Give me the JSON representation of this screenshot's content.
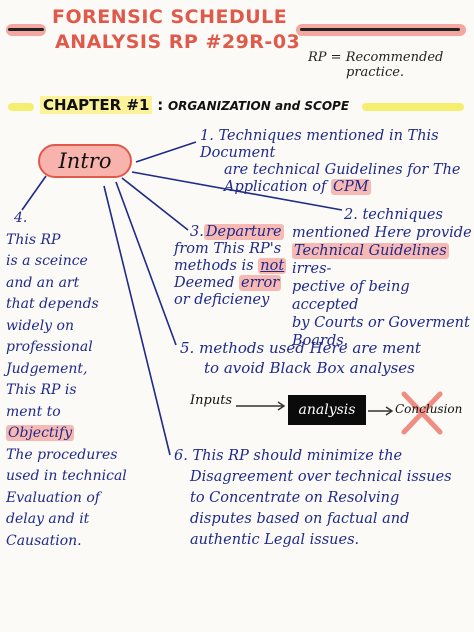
{
  "header": {
    "title_line1": "FORENSIC SCHEDULE",
    "title_line2": "ANALYSIS RP #29R-03",
    "rp_note_line1": "RP = Recommended",
    "rp_note_line2": "practice."
  },
  "chapter": {
    "label": "CHAPTER #1",
    "colon": ":",
    "subtitle": "ORGANIZATION and SCOPE"
  },
  "intro": {
    "label": "Intro"
  },
  "notes": {
    "n1": {
      "number": "1.",
      "line1": "Techniques mentioned in This Document",
      "line2": "are technical Guidelines for The",
      "line3": "Application of",
      "highlight": "CPM"
    },
    "n2": {
      "number": "2.",
      "line1": "techniques",
      "line2": "mentioned Here provide",
      "line3_hl": "Technical Guidelines",
      "line3_rest": "irres-",
      "line4": "pective of being accepted",
      "line5": "by Courts or Goverment",
      "line6": "Boards."
    },
    "n3": {
      "number": "3.",
      "word": "Departure",
      "line2": "from This RP's",
      "line3": "methods is",
      "not": "not",
      "line4": "Deemed",
      "error": "error",
      "line5": "or deficieney"
    },
    "n4": {
      "number": "4.",
      "lines": [
        "This RP",
        "is a sceince",
        "and an art",
        "that depends",
        "widely on",
        "professional",
        "Judgement,",
        "This RP is",
        "ment to"
      ],
      "objectify": "Objectify",
      "lines2": [
        "The procedures",
        "used in technical",
        "Evaluation of",
        "delay and it",
        "Causation."
      ]
    },
    "n5": {
      "number": "5.",
      "line1": "methods used Here are ment",
      "line2": "to avoid Black Box analyses"
    },
    "n6": {
      "number": "6.",
      "line1": "This RP should minimize the",
      "line2": "Disagreement over technical issues",
      "line3": "to Concentrate on Resolving",
      "line4": "disputes based on factual and",
      "line5": "authentic Legal issues."
    }
  },
  "flow": {
    "inputs": "Inputs",
    "box": "analysis",
    "conclusion": "Conclusion"
  },
  "colors": {
    "ink": "#1f2a8a",
    "red": "#e05a4c",
    "pink_highlight": "#f7b9b3",
    "yellow_highlight": "#f6ee6f"
  }
}
